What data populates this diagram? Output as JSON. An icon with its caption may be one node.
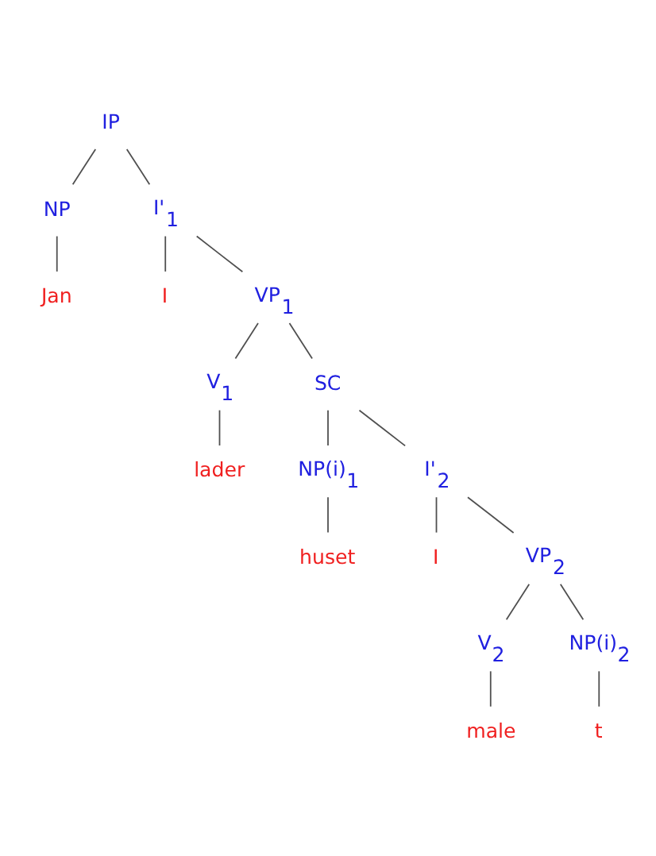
{
  "diagram": {
    "nodes": [
      {
        "text": [
          "IP"
        ]
      },
      {
        "text": [
          "NP"
        ]
      },
      {
        "text": [
          "I'$_{1}$"
        ]
      },
      {
        "text": [
          "Jan"
        ]
      },
      {
        "text": [
          "I"
        ]
      },
      {
        "text": [
          "VP$_{1}$"
        ]
      },
      {
        "text": [
          "V$_{1}$"
        ]
      },
      {
        "text": [
          "SC"
        ]
      },
      {
        "text": [
          "lader"
        ]
      },
      {
        "text": [
          "NP(i)$_{1}$"
        ]
      },
      {
        "text": [
          "I'$_{2}$"
        ]
      },
      {
        "text": [
          "huset"
        ]
      },
      {
        "text": [
          "I"
        ]
      },
      {
        "text": [
          "VP$_{2}$"
        ]
      },
      {
        "text": [
          "V$_{2}$"
        ]
      },
      {
        "text": [
          "NP(i)$_{2}$"
        ]
      },
      {
        "text": [
          "male"
        ]
      },
      {
        "text": [
          "t"
        ]
      }
    ],
    "edges": [
      {
        "from": 0,
        "to": 1,
        "arrow": "none"
      },
      {
        "from": 0,
        "to": 2,
        "arrow": "none"
      },
      {
        "from": 1,
        "to": 3,
        "arrow": "none"
      },
      {
        "from": 2,
        "to": 4,
        "arrow": "none"
      },
      {
        "from": 2,
        "to": 5,
        "arrow": "none"
      },
      {
        "from": 5,
        "to": 6,
        "arrow": "none"
      },
      {
        "from": 5,
        "to": 7,
        "arrow": "none"
      },
      {
        "from": 6,
        "to": 8,
        "arrow": "none"
      },
      {
        "from": 7,
        "to": 9,
        "arrow": "none"
      },
      {
        "from": 7,
        "to": 10,
        "arrow": "none"
      },
      {
        "from": 9,
        "to": 11,
        "arrow": "none"
      },
      {
        "from": 10,
        "to": 12,
        "arrow": "none"
      },
      {
        "from": 10,
        "to": 13,
        "arrow": "none"
      },
      {
        "from": 13,
        "to": 14,
        "arrow": "none"
      },
      {
        "from": 13,
        "to": 15,
        "arrow": "none"
      },
      {
        "from": 14,
        "to": 16,
        "arrow": "none"
      },
      {
        "from": 15,
        "to": 17,
        "arrow": "none"
      }
    ]
  }
}
